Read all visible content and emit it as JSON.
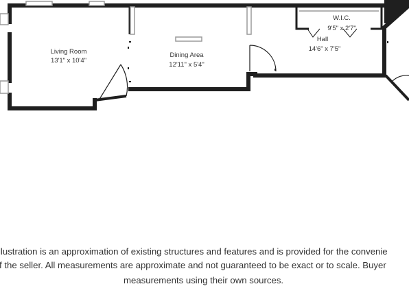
{
  "rooms": {
    "living_room": {
      "name": "Living Room",
      "dims": "13'1\" x 10'4\""
    },
    "dining_area": {
      "name": "Dining Area",
      "dims": "12'11\" x 5'4\""
    },
    "wic": {
      "name": "W.I.C.",
      "dims": "9'5\" x 2'7\""
    },
    "hall": {
      "name": "Hall",
      "dims": "14'6\" x 7'5\""
    }
  },
  "disclaimer": {
    "line1": "llustration is an approximation of existing structures and features and is provided for the convenie",
    "line2": "f the seller. All measurements are approximate and not guaranteed to be exact or to scale. Buyer",
    "line3": "measurements using their own sources."
  },
  "colors": {
    "wall": "#1f1f1f",
    "window": "#9a9a9a",
    "text": "#333333"
  }
}
